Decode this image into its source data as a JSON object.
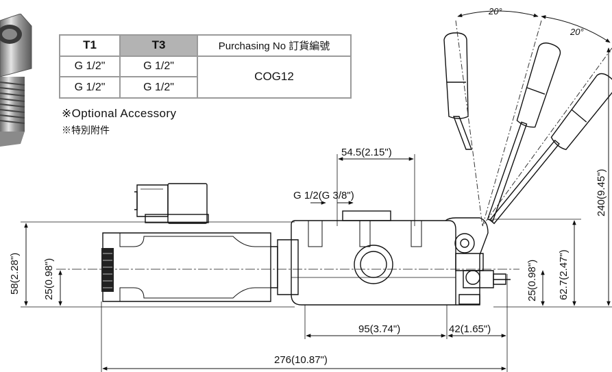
{
  "table": {
    "headers": [
      "T1",
      "T3",
      "Purchasing No 訂貨編號"
    ],
    "rows": [
      [
        "G 1/2\"",
        "G 1/2\""
      ],
      [
        "G 1/2\"",
        "G 1/2\""
      ]
    ],
    "purchasing_no": "COG12"
  },
  "notes": {
    "optional_en": "※Optional Accessory",
    "optional_zh": "※特別附件"
  },
  "dimensions": {
    "angle_1": "20°",
    "angle_2": "20°",
    "port_spacing": "54.5(2.15\")",
    "port_thread": "G 1/2(G 3/8\")",
    "height_total": "58(2.28\")",
    "height_center_left": "25(0.98\")",
    "body_length": "95(3.74\")",
    "lever_offset": "42(1.65\")",
    "overall_length": "276(10.87\")",
    "height_center_right": "25(0.98\")",
    "pivot_height": "62.7(2.47\")",
    "lever_height": "240(9.45\")"
  }
}
